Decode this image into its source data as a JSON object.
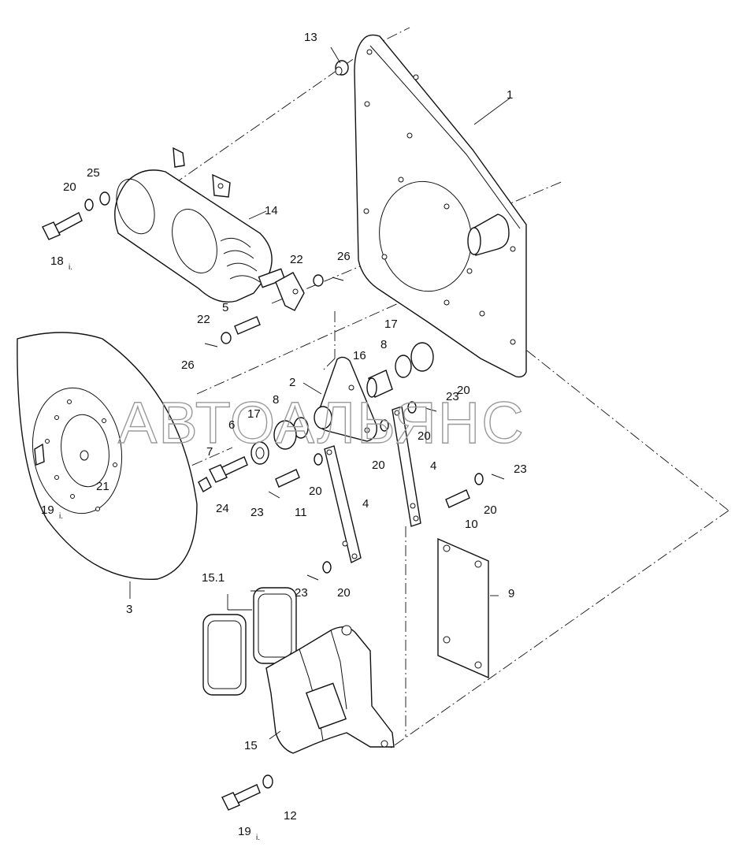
{
  "watermark": "АВТОАЛЬЯНС",
  "colors": {
    "line": "#111111",
    "background": "#ffffff",
    "watermark": "#9a9a9a"
  },
  "callouts": [
    {
      "id": "c1",
      "text": "1"
    },
    {
      "id": "c2",
      "text": "2"
    },
    {
      "id": "c3",
      "text": "3"
    },
    {
      "id": "c4a",
      "text": "4"
    },
    {
      "id": "c4b",
      "text": "4"
    },
    {
      "id": "c5",
      "text": "5"
    },
    {
      "id": "c6",
      "text": "6"
    },
    {
      "id": "c7",
      "text": "7"
    },
    {
      "id": "c8a",
      "text": "8"
    },
    {
      "id": "c8b",
      "text": "8"
    },
    {
      "id": "c9",
      "text": "9"
    },
    {
      "id": "c10",
      "text": "10"
    },
    {
      "id": "c11",
      "text": "11"
    },
    {
      "id": "c12",
      "text": "12"
    },
    {
      "id": "c13",
      "text": "13"
    },
    {
      "id": "c14",
      "text": "14"
    },
    {
      "id": "c15",
      "text": "15"
    },
    {
      "id": "c151",
      "text": "15.1"
    },
    {
      "id": "c16",
      "text": "16"
    },
    {
      "id": "c17a",
      "text": "17"
    },
    {
      "id": "c17b",
      "text": "17"
    },
    {
      "id": "c18",
      "text": "18",
      "suffix": "i."
    },
    {
      "id": "c19a",
      "text": "19",
      "suffix": "i."
    },
    {
      "id": "c19b",
      "text": "19",
      "suffix": "i."
    },
    {
      "id": "c20a",
      "text": "20"
    },
    {
      "id": "c20b",
      "text": "20"
    },
    {
      "id": "c20c",
      "text": "20"
    },
    {
      "id": "c20d",
      "text": "20"
    },
    {
      "id": "c20e",
      "text": "20"
    },
    {
      "id": "c20f",
      "text": "20"
    },
    {
      "id": "c20g",
      "text": "20"
    },
    {
      "id": "c21",
      "text": "21"
    },
    {
      "id": "c22a",
      "text": "22"
    },
    {
      "id": "c22b",
      "text": "22"
    },
    {
      "id": "c23a",
      "text": "23"
    },
    {
      "id": "c23b",
      "text": "23"
    },
    {
      "id": "c23c",
      "text": "23"
    },
    {
      "id": "c23d",
      "text": "23"
    },
    {
      "id": "c24",
      "text": "24"
    },
    {
      "id": "c25",
      "text": "25"
    },
    {
      "id": "c26a",
      "text": "26"
    },
    {
      "id": "c26b",
      "text": "26"
    }
  ]
}
